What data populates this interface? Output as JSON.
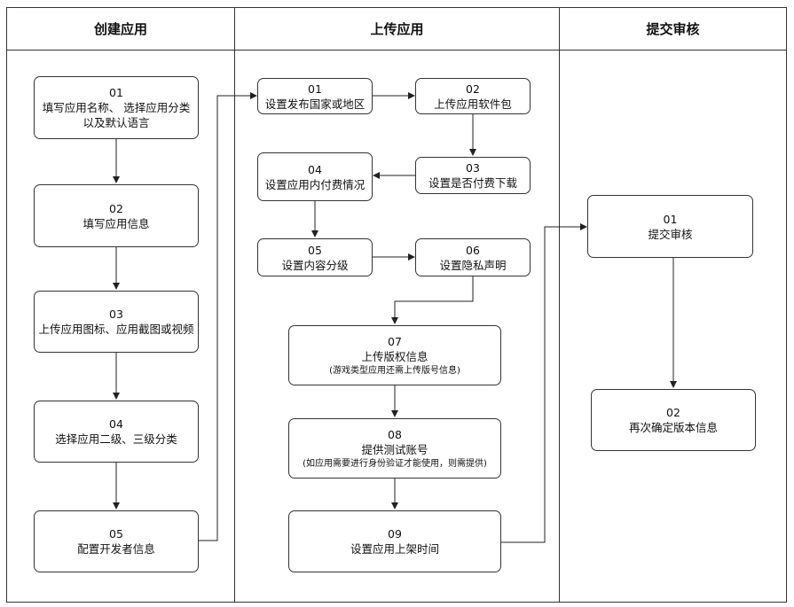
{
  "lanes": [
    {
      "title": "创建应用"
    },
    {
      "title": "上传应用"
    },
    {
      "title": "提交审核"
    }
  ],
  "create": [
    {
      "num": "01",
      "lines": [
        "填写应用名称、 选择应用分类",
        "以及默认语言"
      ]
    },
    {
      "num": "02",
      "lines": [
        "填写应用信息"
      ]
    },
    {
      "num": "03",
      "lines": [
        "上传应用图标、应用截图或视频"
      ]
    },
    {
      "num": "04",
      "lines": [
        "选择应用二级、三级分类"
      ]
    },
    {
      "num": "05",
      "lines": [
        "配置开发者信息"
      ]
    }
  ],
  "upload": [
    {
      "num": "01",
      "lines": [
        "设置发布国家或地区"
      ]
    },
    {
      "num": "02",
      "lines": [
        "上传应用软件包"
      ]
    },
    {
      "num": "03",
      "lines": [
        "设置是否付费下载"
      ]
    },
    {
      "num": "04",
      "lines": [
        "设置应用内付费情况"
      ]
    },
    {
      "num": "05",
      "lines": [
        "设置内容分级"
      ]
    },
    {
      "num": "06",
      "lines": [
        "设置隐私声明"
      ]
    },
    {
      "num": "07",
      "lines": [
        "上传版权信息"
      ],
      "note": "(游戏类型应用还需上传版号信息)"
    },
    {
      "num": "08",
      "lines": [
        "提供测试账号"
      ],
      "note": "(如应用需要进行身份验证才能使用，则需提供)"
    },
    {
      "num": "09",
      "lines": [
        "设置应用上架时间"
      ]
    }
  ],
  "submit": [
    {
      "num": "01",
      "lines": [
        "提交审核"
      ]
    },
    {
      "num": "02",
      "lines": [
        "再次确定版本信息"
      ]
    }
  ]
}
